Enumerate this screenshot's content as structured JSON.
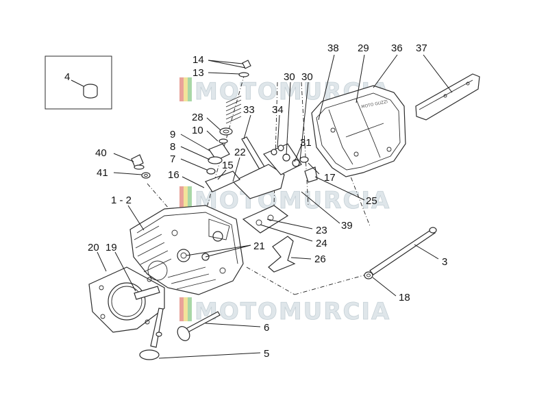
{
  "diagram": {
    "watermark_text": "MOTOMURCIA",
    "brand_text": "MOTO GUZZI",
    "labels": {
      "p4": "4",
      "p14": "14",
      "p13": "13",
      "p28": "28",
      "p10": "10",
      "p9": "9",
      "p8": "8",
      "p7": "7",
      "p40": "40",
      "p41": "41",
      "p16": "16",
      "p1_2": "1 - 2",
      "p20": "20",
      "p19": "19",
      "p33": "33",
      "p34": "34",
      "p22": "22",
      "p15": "15",
      "p38": "38",
      "p29": "29",
      "p36": "36",
      "p37": "37",
      "p30a": "30",
      "p30b": "30",
      "p31": "31",
      "p17": "17",
      "p25": "25",
      "p23": "23",
      "p39": "39",
      "p24": "24",
      "p21": "21",
      "p26": "26",
      "p3": "3",
      "p18": "18",
      "p6": "6",
      "p5": "5"
    },
    "colors": {
      "line": "#2a2a2a",
      "watermark": "#dfe6ea",
      "flag_red": "#e9a29a",
      "flag_yellow": "#f2e39a",
      "flag_green": "#a8d7a6"
    }
  }
}
